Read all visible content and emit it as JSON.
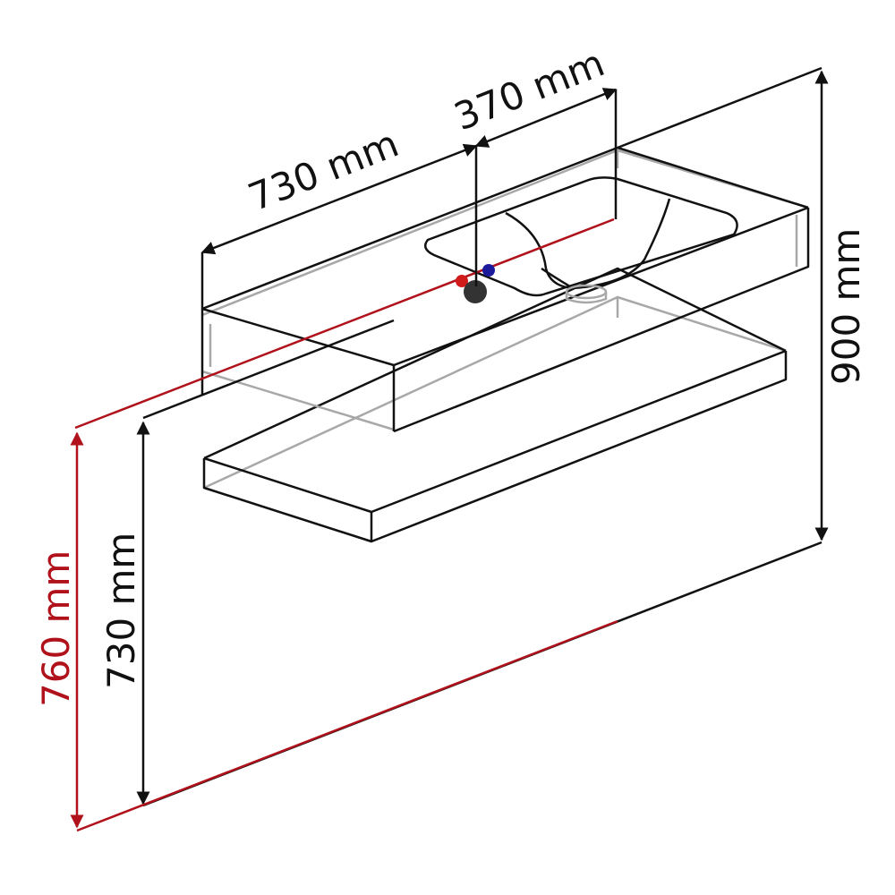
{
  "dimensions": {
    "top_width": "730 mm",
    "basin_offset": "370 mm",
    "total_height": "900 mm",
    "shelf_height": "730 mm",
    "outlet_height": "760 mm"
  },
  "colors": {
    "line": "#111111",
    "hidden_line": "#a8a8a8",
    "red": "#b0111a",
    "blue": "#1a1a9a",
    "drain": "#333333"
  },
  "icons": {
    "hot_water": "red-dot",
    "cold_water": "blue-dot",
    "drain": "dark-circle"
  }
}
